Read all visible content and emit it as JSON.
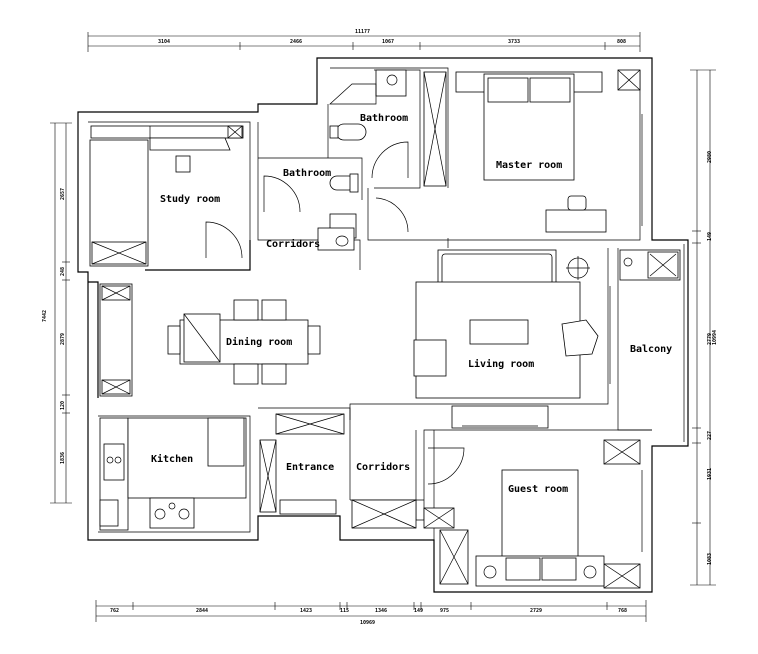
{
  "rooms": {
    "study": "Study room",
    "bathroom_top": "Bathroom",
    "bathroom_mid": "Bathroom",
    "master": "Master room",
    "corridors_top": "Corridors",
    "dining": "Dining room",
    "living": "Living room",
    "balcony": "Balcony",
    "kitchen": "Kitchen",
    "entrance": "Entrance",
    "corridors_bottom": "Corridors",
    "guest": "Guest room"
  },
  "dimensions": {
    "top_total": "11177",
    "top": [
      "3104",
      "2466",
      "1067",
      "3733",
      "808"
    ],
    "bottom": [
      "762",
      "2844",
      "1423",
      "115",
      "1346",
      "149",
      "975",
      "2729",
      "768"
    ],
    "bottom_total": "10969",
    "left_total": "7442",
    "left": [
      "2657",
      "248",
      "2879",
      "120",
      "1836"
    ],
    "right_total": "10994",
    "right": [
      "2980",
      "149",
      "2779",
      "227",
      "1931",
      "1083"
    ]
  }
}
